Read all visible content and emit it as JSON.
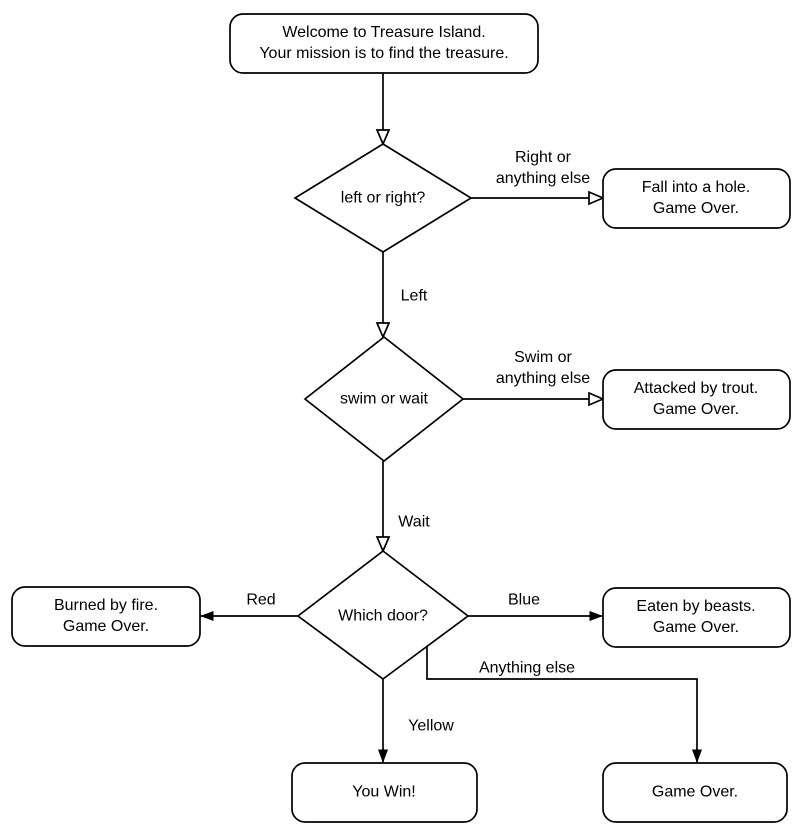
{
  "diagram_type": "flowchart",
  "colors": {
    "stroke": "#000000",
    "node_fill": "#ffffff",
    "background": "#ffffff",
    "text": "#000000"
  },
  "nodes": {
    "start": {
      "line1": "Welcome to Treasure Island.",
      "line2": "Your mission is to find the treasure."
    },
    "decision_left_right": {
      "label": "left or right?"
    },
    "fall_hole": {
      "line1": "Fall into a hole.",
      "line2": "Game Over."
    },
    "decision_swim_wait": {
      "label": "swim or wait"
    },
    "attacked_trout": {
      "line1": "Attacked by trout.",
      "line2": "Game Over."
    },
    "decision_which_door": {
      "label": "Which door?"
    },
    "burned_fire": {
      "line1": "Burned by fire.",
      "line2": "Game Over."
    },
    "eaten_beasts": {
      "line1": "Eaten by beasts.",
      "line2": "Game Over."
    },
    "you_win": {
      "label": "You Win!"
    },
    "game_over": {
      "label": "Game Over."
    }
  },
  "edge_labels": {
    "right_or": {
      "line1": "Right or",
      "line2": "anything else"
    },
    "left": {
      "label": "Left"
    },
    "swim_or": {
      "line1": "Swim or",
      "line2": "anything else"
    },
    "wait": {
      "label": "Wait"
    },
    "red": {
      "label": "Red"
    },
    "blue": {
      "label": "Blue"
    },
    "anything_else": {
      "label": "Anything else"
    },
    "yellow": {
      "label": "Yellow"
    }
  }
}
